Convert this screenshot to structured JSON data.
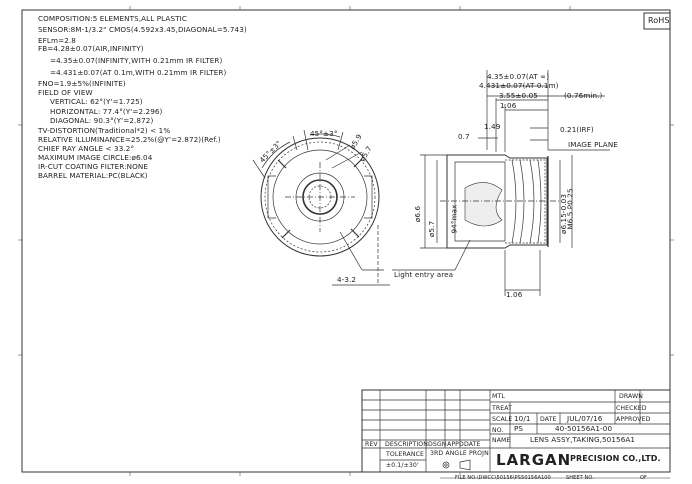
{
  "rohs": "RoHS",
  "specs": {
    "composition": "COMPOSITION:5 ELEMENTS,ALL PLASTIC",
    "sensor": "SENSOR:8M-1/3.2\" CMOS(4.592x3.45,DIAGONAL=5.743)",
    "efl": "EFLm=2.8",
    "fb1": "FB=4.28±0.07(AIR,INFINITY)",
    "fb2": "=4.35±0.07(INFINITY,WITH 0.21mm IR FILTER)",
    "fb3": "=4.431±0.07(AT 0.1m,WITH 0.21mm IR FILTER)",
    "fno": "FNO=1.9±5%(INFINITE)",
    "fov": "FIELD OF VIEW",
    "vertical": "VERTICAL: 62°(Y'=1.725)",
    "horizontal": "HORIZONTAL: 77.4°(Y'=2.296)",
    "diagonal": "DIAGONAL: 90.3°(Y'=2.872)",
    "tv": "TV-DISTORTION(Traditional*2) < 1%",
    "illum": "RELATIVE ILLUMINANCE=25.2%(@Y'=2.872)(Ref.)",
    "cra": "CHIEF RAY ANGLE < 33.2°",
    "imagecircle": "MAXIMUM IMAGE CIRCLE:ø6.04",
    "ircut": "IR-CUT COATING FILTER:NONE",
    "barrel": "BARREL MATERIAL:PC(BLACK)"
  },
  "front_view": {
    "ang1": "45°±3°",
    "ang2": "45°±3°",
    "d1": "ø5.9",
    "d2": "ø5.7",
    "notch": "4-3.2"
  },
  "side_view": {
    "fb_inf": "4.35±0.07(AT ∞)",
    "fb_01": "4.431±0.07(AT 0.1m)",
    "d355": "3.55±0.05",
    "d076": "(0.76min.)",
    "d106_top": "1.06",
    "d149": "1.49",
    "d07": "0.7",
    "irf": "0.21(IRF)",
    "image_plane": "IMAGE PLANE",
    "dia66": "ø6.6",
    "dia57": "ø5.7",
    "angle94": "94°max",
    "dia615": "ø6.15-0.03",
    "m65": "M6.5  P0.25",
    "light": "Light entry area",
    "d106_bot": "1.06"
  },
  "title_block": {
    "mtl": "MTL",
    "treat": "TREAT",
    "scale_label": "SCALE",
    "scale": "10/1",
    "date_label": "DATE",
    "date": "JUL/07/16",
    "no_label": "NO.",
    "ps": "PS",
    "part_no": "40-50156A1-00",
    "name_label": "NAME",
    "name": "LENS ASSY,TAKING,50156A1",
    "drawn": "DRAWN",
    "checked": "CHECKED",
    "approved": "APPROVED",
    "rev": "REV",
    "description": "DESCRIPTION",
    "dsgn": "DSGN",
    "appd": "APPD",
    "date2": "DATE",
    "tolerance": "TOLERANCE",
    "tol_value": "±0.1/±30'",
    "projection": "3RD ANGLE PROJN",
    "logo": "LARGAN",
    "company": "PRECISION CO.,LTD.",
    "file_no": "FILE NO.\\DWCC\\50156\\PS50156A100",
    "sheet_no": "SHEET NO.",
    "of": "OF"
  }
}
